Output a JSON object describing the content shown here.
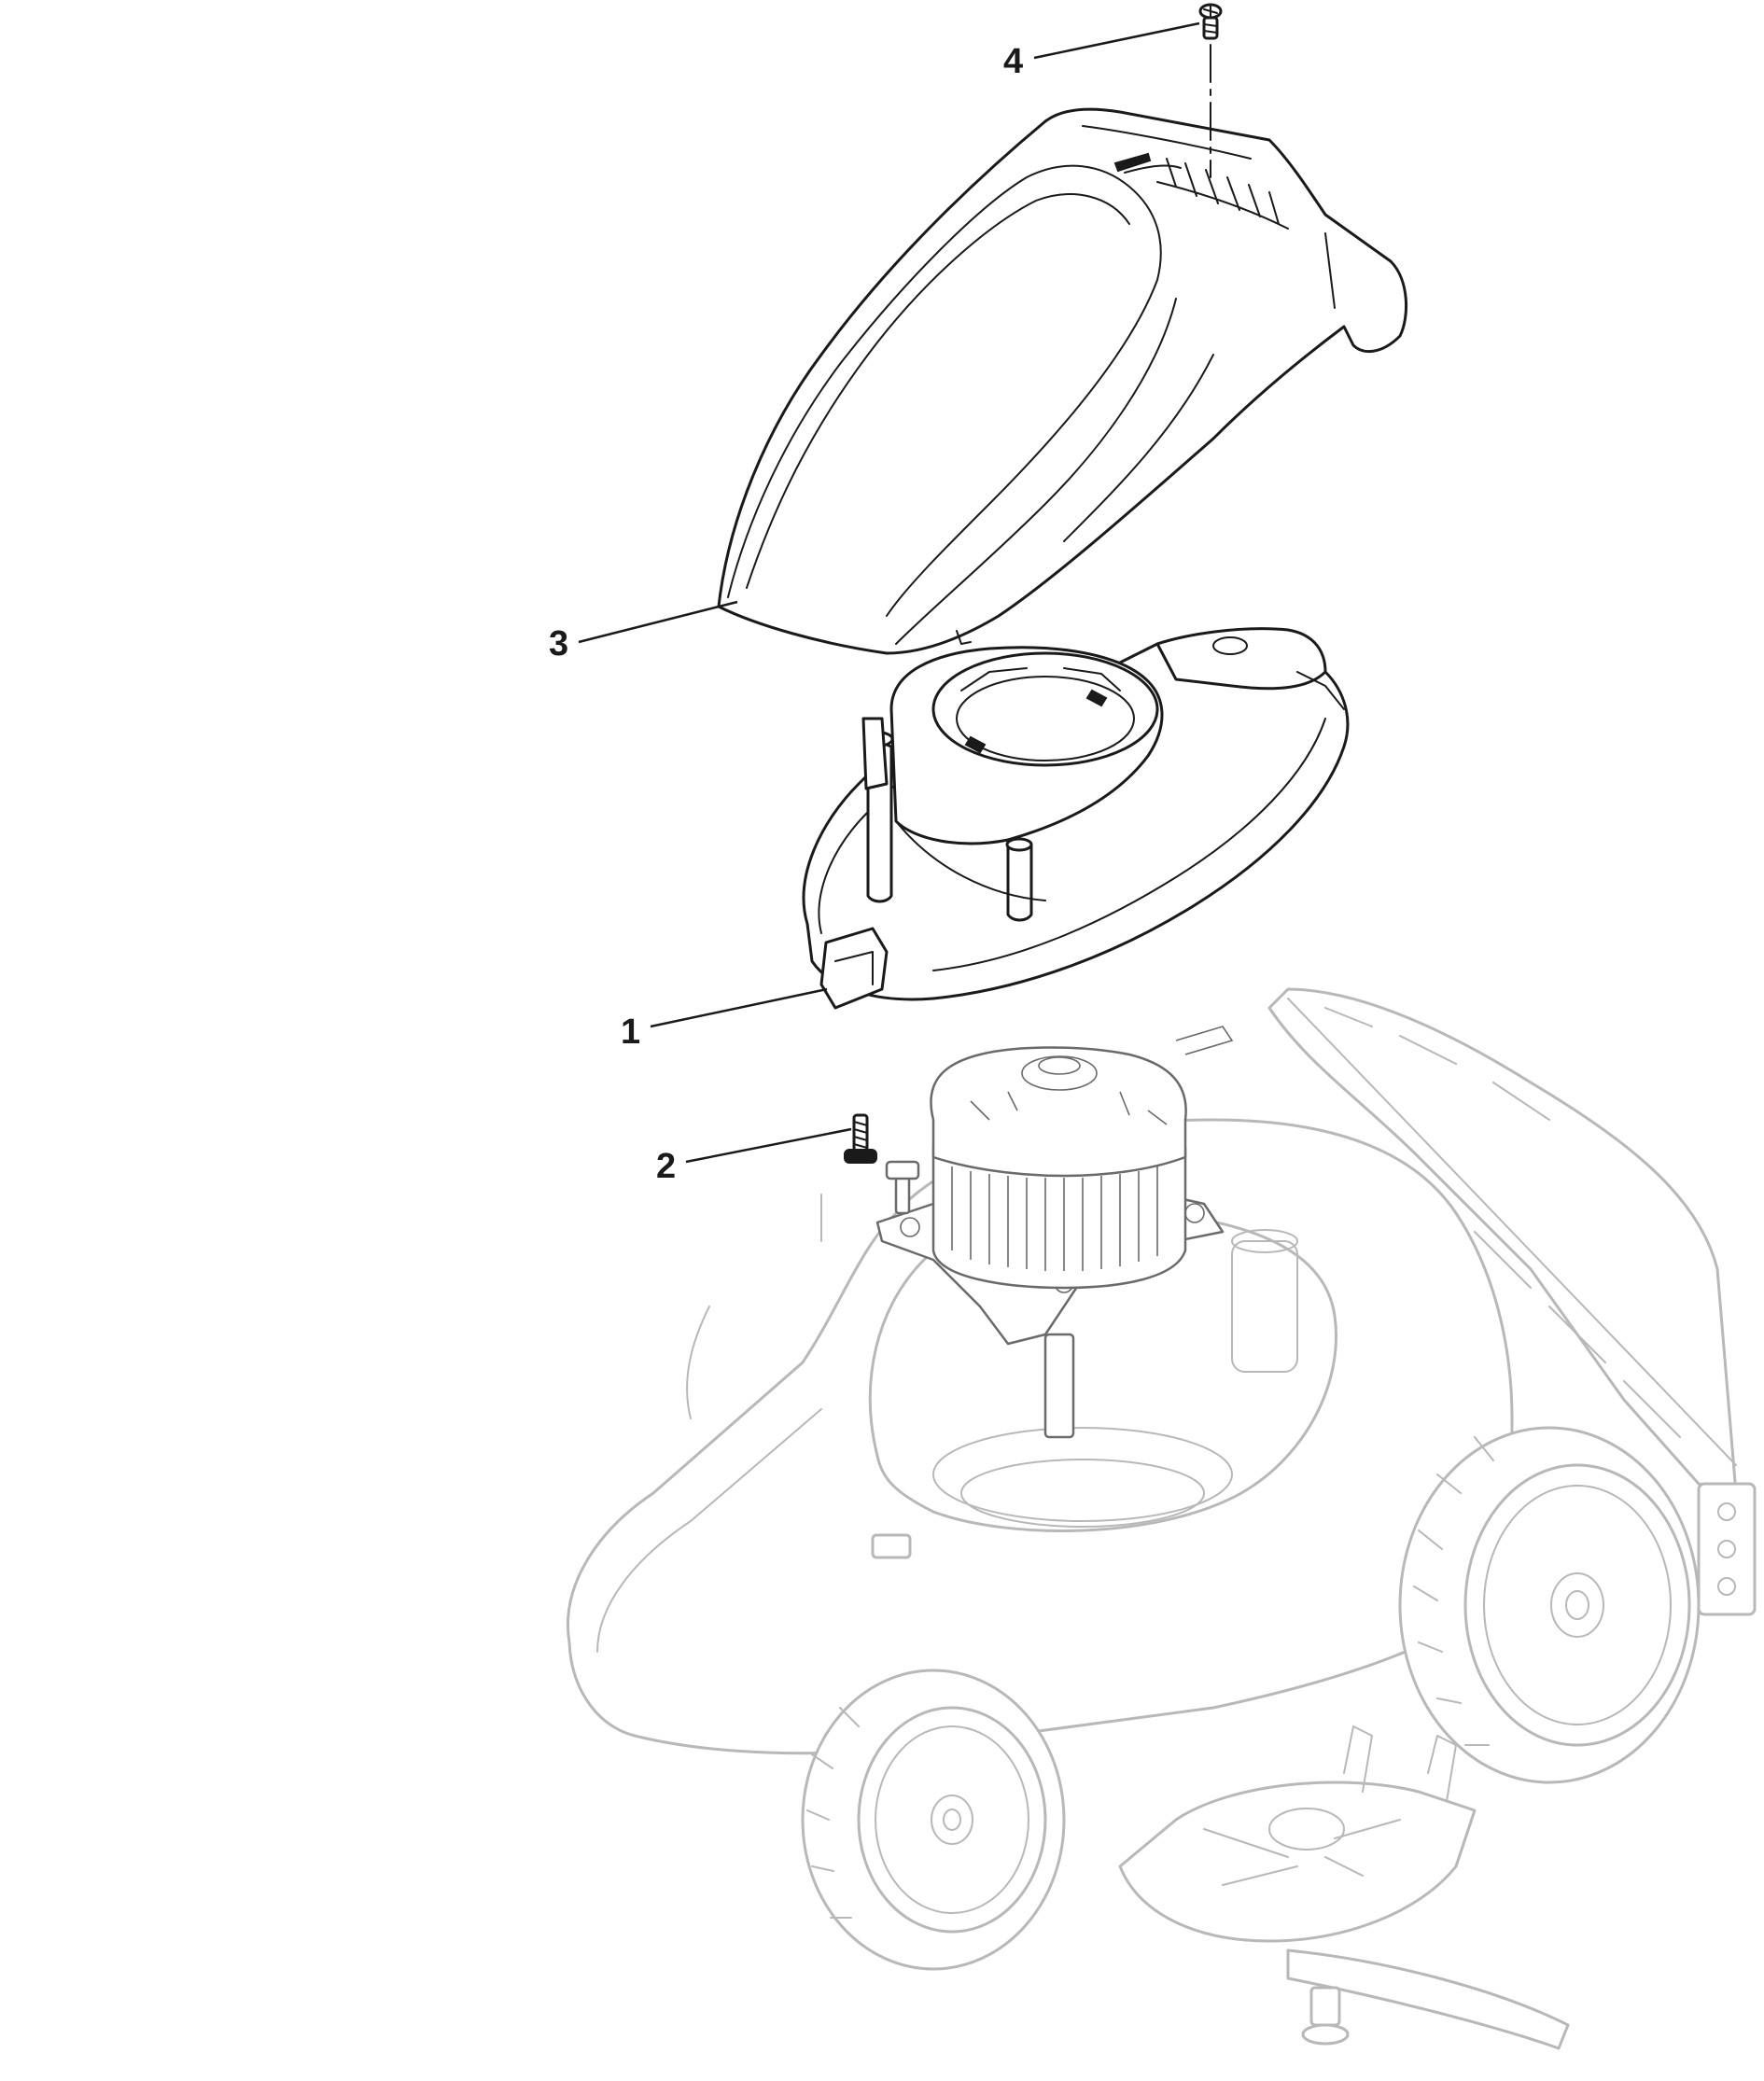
{
  "diagram": {
    "callouts": [
      {
        "id": "1",
        "label": "1",
        "part": "motor-cover-base"
      },
      {
        "id": "2",
        "label": "2",
        "part": "screw"
      },
      {
        "id": "3",
        "label": "3",
        "part": "motor-hood"
      },
      {
        "id": "4",
        "label": "4",
        "part": "hood-screw"
      }
    ]
  },
  "colors": {
    "line": "#1a1a1a",
    "ghost": "#b8b8b8",
    "motor": "#6a6a6a",
    "background": "#ffffff"
  }
}
